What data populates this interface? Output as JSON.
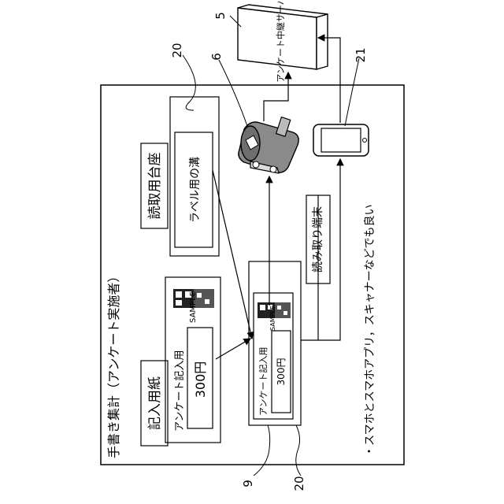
{
  "figure": {
    "main_title": "手書き集計（アンケート実施者）",
    "note": "・スマホとスマホアプリ，スキャナーなどでも良い",
    "entry_paper": {
      "label": "記入用紙",
      "form_title": "アンケート記入用",
      "amount": "300円",
      "qr_text": "SAMPLE"
    },
    "reader_stand": {
      "label": "読取用台座",
      "groove_label": "ラベル用の溝"
    },
    "placed_form": {
      "form_title": "アンケート記入用",
      "amount": "300円",
      "qr_text": "SAMPLE"
    },
    "reader_terminal_label": "読み取り端末",
    "server_label": "アンケート中継サーバ",
    "ref_numbers": {
      "server": "5",
      "reader": "6",
      "paper": "9",
      "stand": "20",
      "placed": "20",
      "smartphone": "21"
    }
  }
}
